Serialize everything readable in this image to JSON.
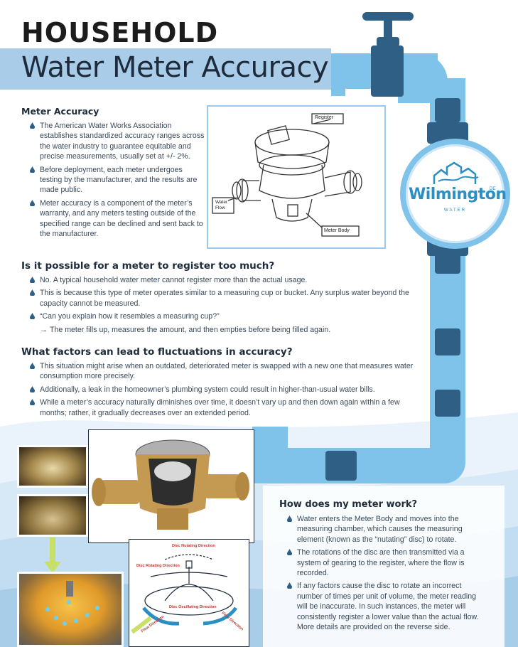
{
  "header": {
    "title": "HOUSEHOLD",
    "subtitle": "Water Meter Accuracy"
  },
  "diagram": {
    "register_label": "Register",
    "water_flow_label": "Water\nFlow",
    "meter_body_label": "Meter Body"
  },
  "logo": {
    "name": "Wilmington",
    "state": "DE",
    "sub": "WATER"
  },
  "sections": {
    "meter_accuracy": {
      "heading": "Meter Accuracy",
      "bullets": [
        "The American Water Works Association establishes standardized accuracy ranges across the water industry to guarantee equitable and precise measurements, usually set at +/- 2%.",
        "Before deployment, each meter undergoes testing by the manufacturer, and the results are made public.",
        "Meter accuracy is a component of the meter’s warranty, and any meters testing outside of the specified range can be declined and sent back to the manufacturer."
      ]
    },
    "register_too_much": {
      "heading": "Is it possible for a meter to register too much?",
      "bullets": [
        "No. A typical household water meter cannot register more than the actual usage.",
        "This is because this type of meter operates similar to a measuring cup or bucket. Any surplus water beyond the capacity cannot be measured.",
        "“Can you explain how it resembles a measuring cup?”"
      ],
      "sub_arrow": "→",
      "sub_answer": "The meter fills up, measures the amount, and then empties before being filled again."
    },
    "fluctuations": {
      "heading": "What factors can lead to fluctuations in accuracy?",
      "bullets": [
        "This situation might arise when an outdated, deteriorated meter is swapped with a new one that measures water consumption more precisely.",
        "Additionally, a leak in the homeowner’s plumbing system could result in higher-than-usual water bills.",
        "While a meter’s accuracy naturally diminishes over time, it doesn’t vary up and then down again within a few months; rather, it gradually decreases over an extended period."
      ]
    },
    "how_it_works": {
      "heading": "How does my meter work?",
      "bullets": [
        "Water enters the Meter Body and moves into the measuring chamber, which causes the measuring element (known as the “nutating” disc) to rotate.",
        "The rotations of the disc are then transmitted via a system of gearing to the register, where the flow is recorded.",
        "If any factors cause the disc to rotate an incorrect number of times per unit of volume, the meter reading will be inaccurate. In such instances, the meter will consistently register a lower value than the actual flow. More details are provided on the reverse side."
      ]
    }
  },
  "disc_diagram": {
    "nutating": "Disc Nutating Direction",
    "rotating": "Disc Rotating Direction",
    "oscillating": "Disc Oscillating Direction",
    "flow_in": "Flow Direction",
    "flow_out": "Flow Direction"
  },
  "colors": {
    "pipe": "#7fc2ea",
    "pipe_joint": "#2f5f85",
    "band": "#a9cde9",
    "bullet": "#2f5f85",
    "logo": "#2b8fc4"
  }
}
